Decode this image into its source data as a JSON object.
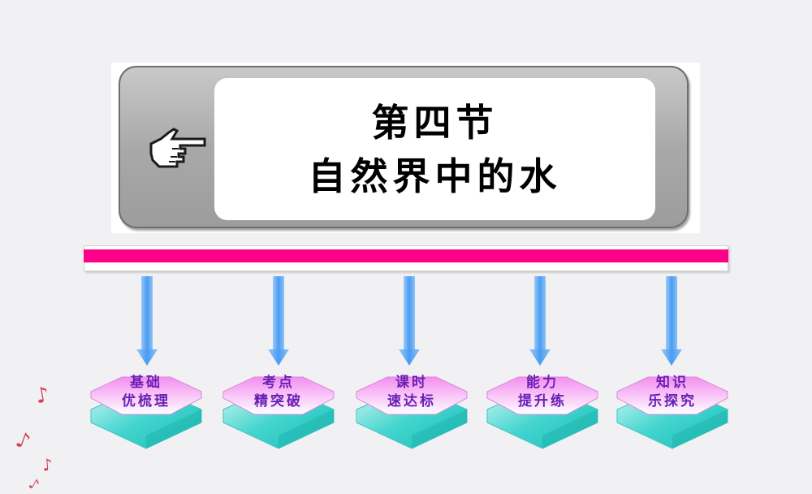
{
  "title": {
    "line1": "第四节",
    "line2": "自然界中的水",
    "icon": "pointing-hand-icon"
  },
  "colors": {
    "background": "#f1f1f4",
    "bar": "#ff0088",
    "arrow": "#5aa8f5",
    "tile_top": "#f6a8f4",
    "tile_base": "#2fcfc8",
    "tile_text": "#6a1fb4"
  },
  "menu": [
    {
      "line1": "基础",
      "line2": "优梳理"
    },
    {
      "line1": "考点",
      "line2": "精突破"
    },
    {
      "line1": "课时",
      "line2": "速达标"
    },
    {
      "line1": "能力",
      "line2": "提升练"
    },
    {
      "line1": "知识",
      "line2": "乐探究"
    }
  ],
  "decorations": {
    "notes_icon": "music-note-icon",
    "note_glyph": "♪"
  }
}
